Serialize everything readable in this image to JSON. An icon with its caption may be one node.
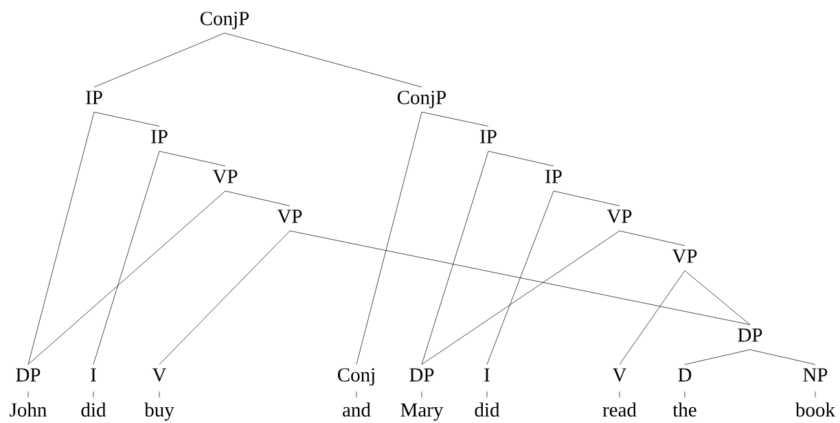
{
  "diagram": {
    "nodes": [
      {
        "text": [
          "ConjP"
        ]
      },
      {
        "text": [
          "IP"
        ]
      },
      {
        "text": [
          "ConjP"
        ]
      },
      {
        "text": [
          "IP"
        ]
      },
      {
        "text": [
          "VP"
        ]
      },
      {
        "text": [
          "VP"
        ]
      },
      {
        "text": [
          "IP"
        ]
      },
      {
        "text": [
          "IP"
        ]
      },
      {
        "text": [
          "VP"
        ]
      },
      {
        "text": [
          "VP"
        ]
      },
      {
        "text": [
          "DP"
        ]
      },
      {
        "text": [
          "DP"
        ]
      },
      {
        "text": [
          "I"
        ]
      },
      {
        "text": [
          "V"
        ]
      },
      {
        "text": [
          "Conj"
        ]
      },
      {
        "text": [
          "DP"
        ]
      },
      {
        "text": [
          "I"
        ]
      },
      {
        "text": [
          "V"
        ]
      },
      {
        "text": [
          "D"
        ]
      },
      {
        "text": [
          "NP"
        ]
      },
      {
        "text": [
          "John"
        ]
      },
      {
        "text": [
          "did"
        ]
      },
      {
        "text": [
          "buy"
        ]
      },
      {
        "text": [
          "and"
        ]
      },
      {
        "text": [
          "Mary"
        ]
      },
      {
        "text": [
          "did"
        ]
      },
      {
        "text": [
          "read"
        ]
      },
      {
        "text": [
          "the"
        ]
      },
      {
        "text": [
          "book"
        ]
      }
    ],
    "edges": [
      {
        "from": 0,
        "to": 1,
        "arrow": "none"
      },
      {
        "from": 0,
        "to": 2,
        "arrow": "none"
      },
      {
        "from": 1,
        "to": 11,
        "arrow": "none"
      },
      {
        "from": 1,
        "to": 3,
        "arrow": "none"
      },
      {
        "from": 3,
        "to": 12,
        "arrow": "none"
      },
      {
        "from": 3,
        "to": 4,
        "arrow": "none"
      },
      {
        "from": 4,
        "to": 11,
        "arrow": "none"
      },
      {
        "from": 4,
        "to": 5,
        "arrow": "none"
      },
      {
        "from": 5,
        "to": 13,
        "arrow": "none"
      },
      {
        "from": 5,
        "to": 10,
        "arrow": "none"
      },
      {
        "from": 2,
        "to": 14,
        "arrow": "none"
      },
      {
        "from": 2,
        "to": 6,
        "arrow": "none"
      },
      {
        "from": 6,
        "to": 15,
        "arrow": "none"
      },
      {
        "from": 6,
        "to": 7,
        "arrow": "none"
      },
      {
        "from": 7,
        "to": 16,
        "arrow": "none"
      },
      {
        "from": 7,
        "to": 8,
        "arrow": "none"
      },
      {
        "from": 8,
        "to": 15,
        "arrow": "none"
      },
      {
        "from": 8,
        "to": 9,
        "arrow": "none"
      },
      {
        "from": 9,
        "to": 17,
        "arrow": "none"
      },
      {
        "from": 9,
        "to": 10,
        "arrow": "none"
      },
      {
        "from": 10,
        "to": 18,
        "arrow": "none"
      },
      {
        "from": 10,
        "to": 19,
        "arrow": "none"
      },
      {
        "from": 11,
        "to": 20,
        "arrow": "none"
      },
      {
        "from": 12,
        "to": 21,
        "arrow": "none"
      },
      {
        "from": 13,
        "to": 22,
        "arrow": "none"
      },
      {
        "from": 14,
        "to": 23,
        "arrow": "none"
      },
      {
        "from": 15,
        "to": 24,
        "arrow": "none"
      },
      {
        "from": 16,
        "to": 25,
        "arrow": "none"
      },
      {
        "from": 17,
        "to": 26,
        "arrow": "none"
      },
      {
        "from": 18,
        "to": 27,
        "arrow": "none"
      },
      {
        "from": 19,
        "to": 28,
        "arrow": "none"
      }
    ]
  }
}
